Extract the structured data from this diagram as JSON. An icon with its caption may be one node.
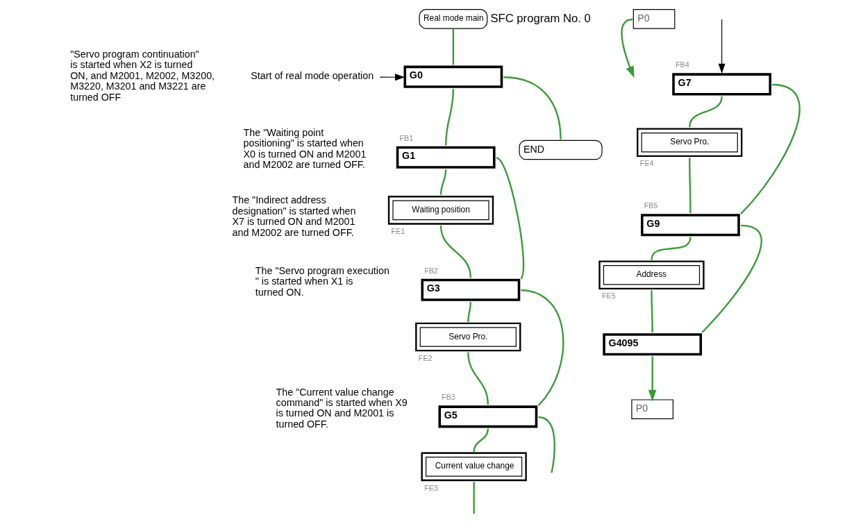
{
  "diagram": {
    "nodes": [
      {
        "text": [
          "Real mode main"
        ],
        "beside": [
          "SFC program No. 0"
        ]
      },
      {
        "text": [
          "P0"
        ]
      },
      {
        "text": [
          "G0"
        ]
      },
      {
        "text": [
          "END"
        ]
      },
      {
        "text": [
          "G1"
        ],
        "beside": [
          "FB1"
        ]
      },
      {
        "text": [
          "Waiting position"
        ],
        "beside": [
          "FE1"
        ]
      },
      {
        "text": [
          "G3"
        ],
        "beside": [
          "FB2"
        ]
      },
      {
        "text": [
          "Servo Pro."
        ],
        "beside": [
          "FE2"
        ]
      },
      {
        "text": [
          "G5"
        ],
        "beside": [
          "FB3"
        ]
      },
      {
        "text": [
          "Current value change"
        ],
        "beside": [
          "FE3"
        ]
      },
      {
        "text": [
          "G7"
        ],
        "beside": [
          "FB4"
        ]
      },
      {
        "text": [
          "Servo Pro."
        ],
        "beside": [
          "FE4"
        ]
      },
      {
        "text": [
          "G9"
        ],
        "beside": [
          "FB5"
        ]
      },
      {
        "text": [
          "Address"
        ],
        "beside": [
          "FE5"
        ]
      },
      {
        "text": [
          "G4095"
        ]
      },
      {
        "text": [
          "P0"
        ]
      },
      {
        "text": [
          "Start of real mode operation"
        ]
      }
    ],
    "edges": [
      {
        "from": 0,
        "to": 2,
        "arrow": "none"
      },
      {
        "from": 1,
        "to": null,
        "arrow": "to"
      },
      {
        "from": 2,
        "to": 4,
        "arrow": "none"
      },
      {
        "from": 2,
        "to": 3,
        "arrow": "none"
      },
      {
        "from": 4,
        "to": 5,
        "arrow": "none"
      },
      {
        "from": 4,
        "to": 6,
        "arrow": "none"
      },
      {
        "from": 5,
        "to": 6,
        "arrow": "none"
      },
      {
        "from": 6,
        "to": 7,
        "arrow": "none"
      },
      {
        "from": 6,
        "to": 8,
        "arrow": "none"
      },
      {
        "from": 7,
        "to": 8,
        "arrow": "none"
      },
      {
        "from": 8,
        "to": 9,
        "arrow": "none"
      },
      {
        "from": 8,
        "to": null,
        "arrow": "none"
      },
      {
        "from": 9,
        "to": null,
        "arrow": "none"
      },
      {
        "from": null,
        "to": 10,
        "arrow": "to",
        "color": "#000000"
      },
      {
        "from": 10,
        "to": 11,
        "arrow": "none"
      },
      {
        "from": 10,
        "to": 12,
        "arrow": "none"
      },
      {
        "from": 11,
        "to": 12,
        "arrow": "none"
      },
      {
        "from": 12,
        "to": 13,
        "arrow": "none"
      },
      {
        "from": 12,
        "to": 14,
        "arrow": "none"
      },
      {
        "from": 13,
        "to": 14,
        "arrow": "none"
      },
      {
        "from": 14,
        "to": 15,
        "arrow": "to"
      },
      {
        "from": 16,
        "to": 2,
        "arrow": "to",
        "color": "#000000"
      }
    ],
    "labels": [
      "The \"Waiting point positioning\" is started when X0 is turned ON and M2001 and M2002 are turned OFF.",
      "The \"Servo program execution \" is started when X1 is turned ON.",
      "The \"Current value change command\" is started when X9 is turned ON and M2001 is turned OFF.",
      "\"Servo program continuation\" is started when X2 is turned ON, and M2001, M2002, M3200, M3220, M3201 and M3221 are turned OFF",
      "The \"Indirect address designation\" is started when X7 is turned ON and M2001 and M2002 are turned OFF."
    ]
  }
}
